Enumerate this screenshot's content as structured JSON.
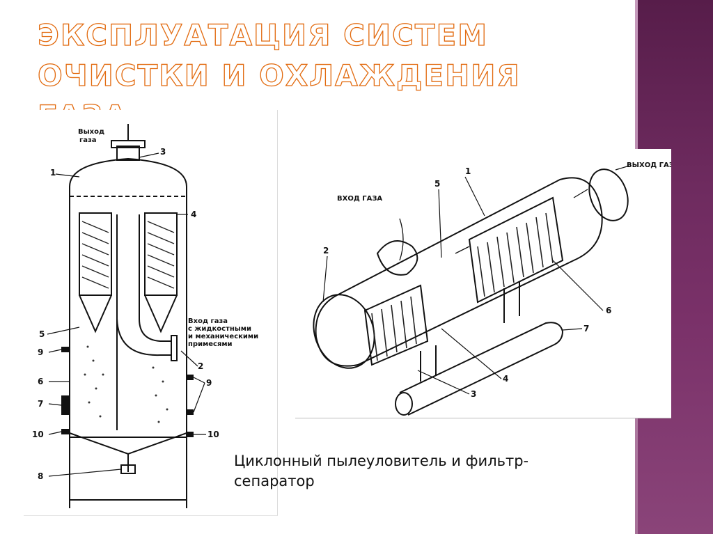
{
  "title": {
    "line1": "Эксплуатация систем",
    "line2": "очистки и охлаждения газа"
  },
  "caption": "Циклонный пылеуловитель и фильтр-сепаратор",
  "colors": {
    "title_outline": "#e26b10",
    "accent_band": "#6e2b5f"
  },
  "left_figure": {
    "outlet_label": [
      "Выход",
      "газа"
    ],
    "inlet_label": [
      "Вход газа",
      "с жидкостными",
      "и механическими",
      "примесями"
    ],
    "callouts": [
      "1",
      "3",
      "4",
      "5",
      "9",
      "6",
      "7",
      "10",
      "8",
      "2",
      "9",
      "10"
    ]
  },
  "right_figure": {
    "inlet_label": "вход газа",
    "outlet_label": "выход газа",
    "callouts": [
      "1",
      "5",
      "2",
      "6",
      "7",
      "4",
      "3"
    ]
  }
}
